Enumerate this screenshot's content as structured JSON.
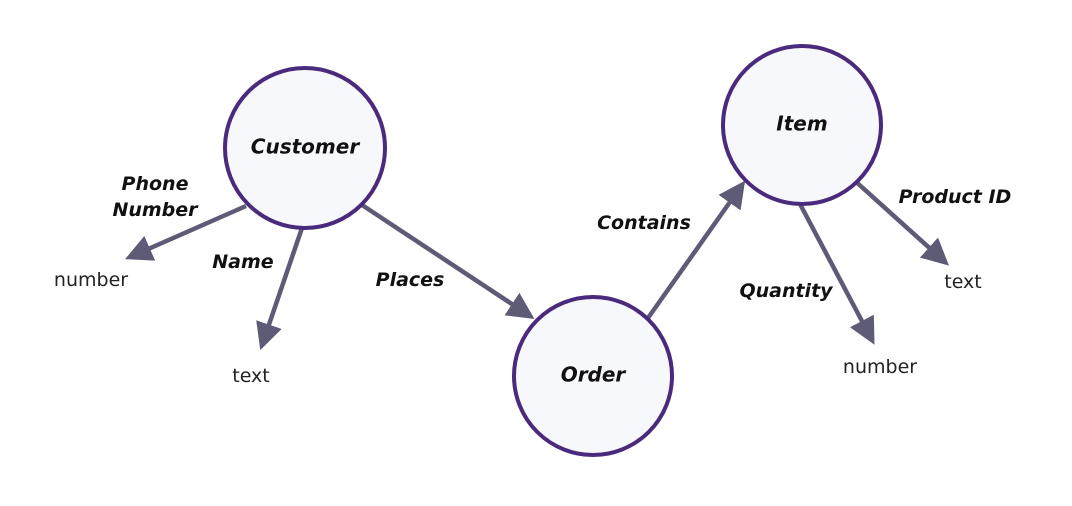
{
  "colors": {
    "node_stroke": "#4a2a7c",
    "node_fill": "#f7f8fb",
    "edge": "#5e5b77",
    "text": "#111111"
  },
  "nodes": {
    "customer": "Customer",
    "order": "Order",
    "item": "Item"
  },
  "edges": {
    "phone_number_line1": "Phone",
    "phone_number_line2": "Number",
    "name": "Name",
    "places": "Places",
    "contains": "Contains",
    "quantity": "Quantity",
    "product_id": "Product ID"
  },
  "values": {
    "phone_number_type": "number",
    "name_type": "text",
    "quantity_type": "number",
    "product_id_type": "text"
  }
}
